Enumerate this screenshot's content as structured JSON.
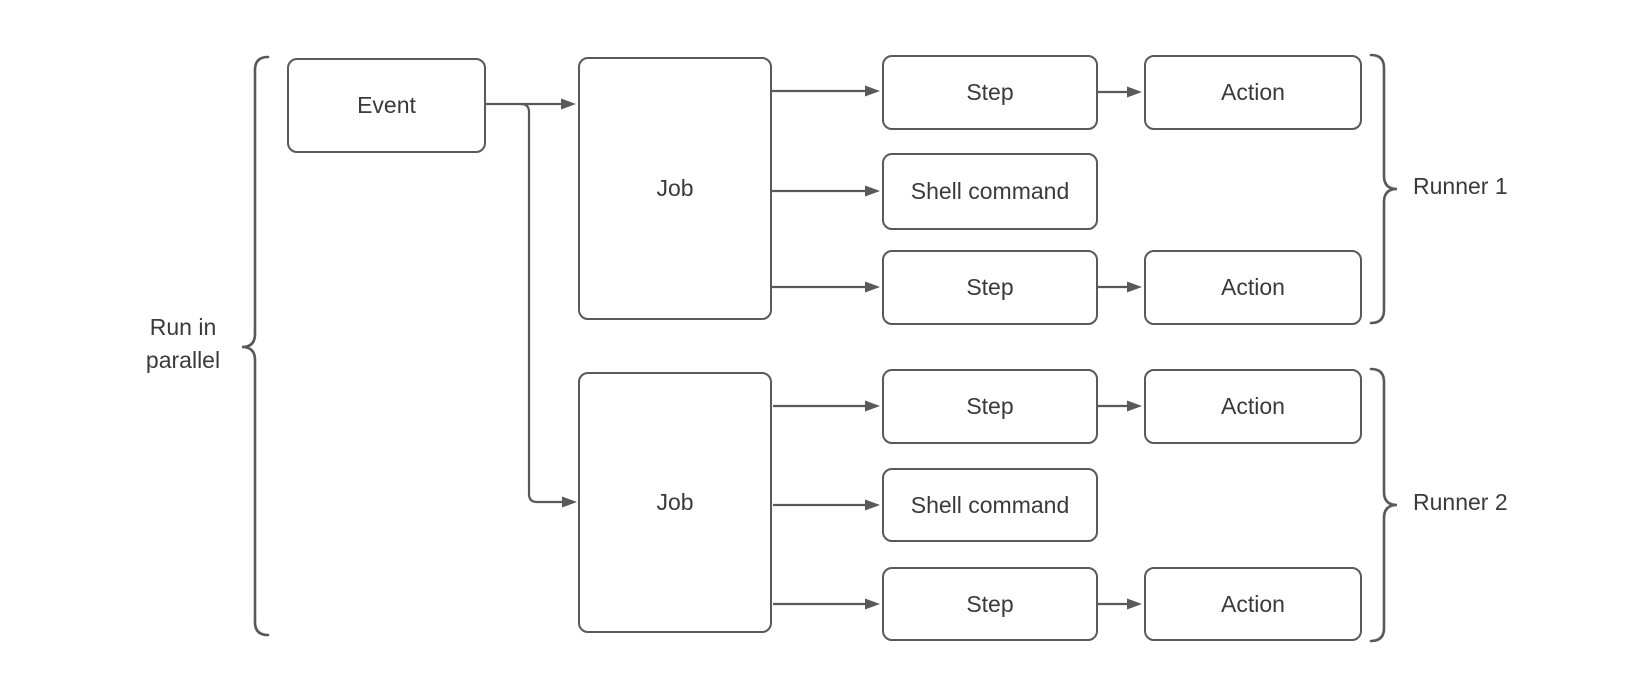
{
  "diagram": {
    "title_hint": "Workflow diagram: event triggers two jobs running in parallel on two runners",
    "event": {
      "label": "Event"
    },
    "parallel_label": {
      "line1": "Run in",
      "line2": "parallel"
    },
    "runner1": {
      "label": "Runner 1",
      "job": {
        "label": "Job"
      },
      "step1": {
        "label": "Step"
      },
      "shell": {
        "label": "Shell command"
      },
      "step2": {
        "label": "Step"
      },
      "action1": {
        "label": "Action"
      },
      "action2": {
        "label": "Action"
      }
    },
    "runner2": {
      "label": "Runner 2",
      "job": {
        "label": "Job"
      },
      "step1": {
        "label": "Step"
      },
      "shell": {
        "label": "Shell command"
      },
      "step2": {
        "label": "Step"
      },
      "action1": {
        "label": "Action"
      },
      "action2": {
        "label": "Action"
      }
    }
  },
  "colors": {
    "border": "#595959",
    "line": "#595959",
    "text": "#3a3a3a",
    "background": "#ffffff"
  }
}
